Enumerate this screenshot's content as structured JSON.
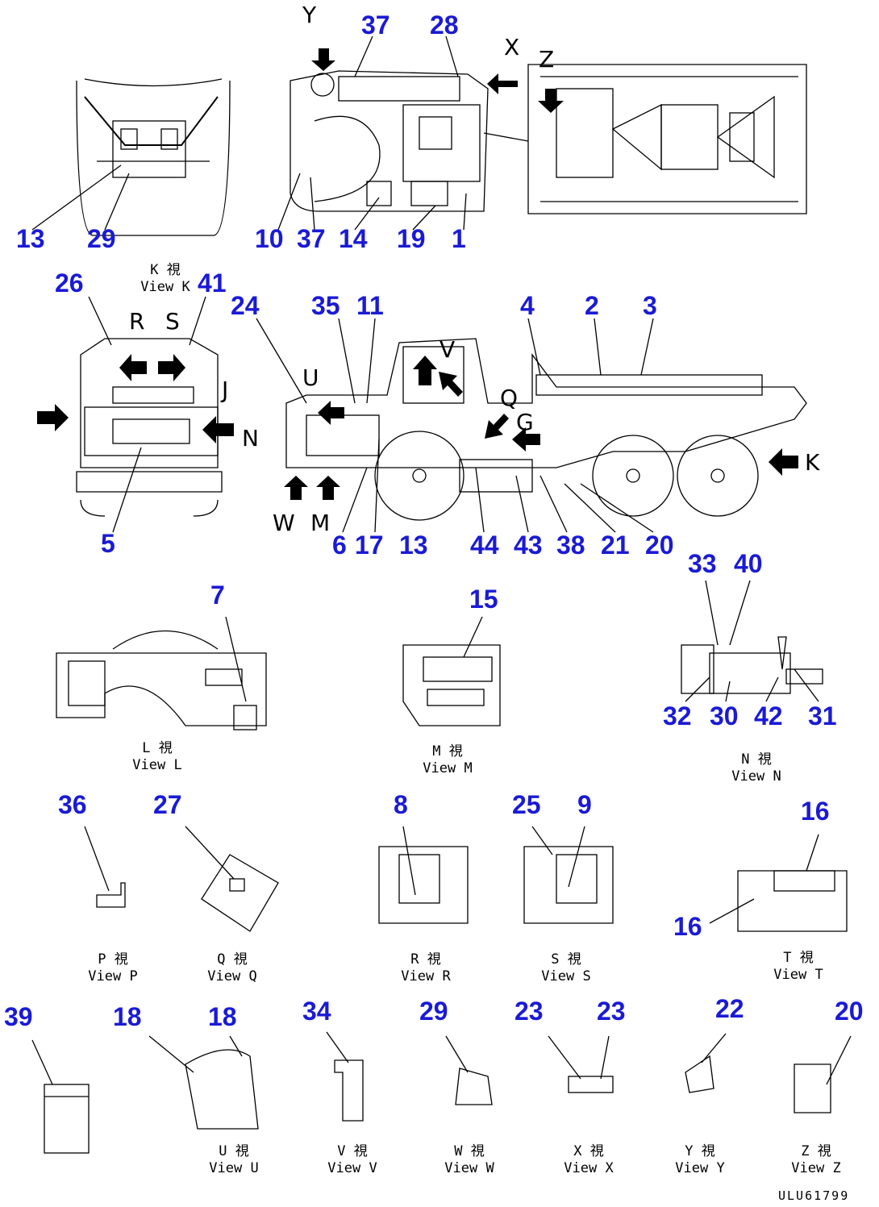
{
  "colors": {
    "part_number": "#1a1ad6",
    "line": "#000000",
    "background": "#ffffff"
  },
  "part_numbers": [
    "37",
    "28",
    "13",
    "29",
    "10",
    "37",
    "14",
    "19",
    "1",
    "26",
    "41",
    "24",
    "35",
    "11",
    "4",
    "2",
    "3",
    "5",
    "6",
    "17",
    "13",
    "44",
    "43",
    "38",
    "21",
    "20",
    "7",
    "15",
    "33",
    "40",
    "32",
    "30",
    "42",
    "31",
    "36",
    "27",
    "8",
    "25",
    "9",
    "16",
    "16",
    "39",
    "18",
    "18",
    "34",
    "29",
    "23",
    "23",
    "22",
    "20"
  ],
  "view_letters": [
    "Y",
    "X",
    "Z",
    "R",
    "S",
    "J",
    "U",
    "V",
    "Q",
    "G",
    "K",
    "N",
    "W",
    "M"
  ],
  "captions": {
    "view_k": [
      "K 視",
      "View K"
    ],
    "view_l": [
      "L 視",
      "View L"
    ],
    "view_m": [
      "M 視",
      "View M"
    ],
    "view_n": [
      "N 視",
      "View N"
    ],
    "view_p": [
      "P 視",
      "View P"
    ],
    "view_q": [
      "Q 視",
      "View Q"
    ],
    "view_r": [
      "R 視",
      "View R"
    ],
    "view_s": [
      "S 視",
      "View S"
    ],
    "view_t": [
      "T 視",
      "View T"
    ],
    "view_u": [
      "U 視",
      "View U"
    ],
    "view_v": [
      "V 視",
      "View V"
    ],
    "view_w": [
      "W 視",
      "View W"
    ],
    "view_x": [
      "X 視",
      "View X"
    ],
    "view_y": [
      "Y 視",
      "View Y"
    ],
    "view_z": [
      "Z 視",
      "View Z"
    ]
  },
  "drawing_code": "ULU61799"
}
